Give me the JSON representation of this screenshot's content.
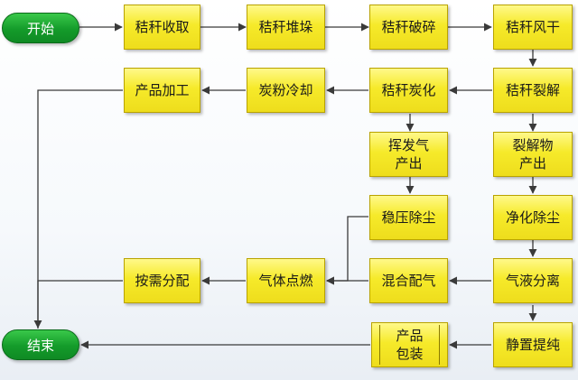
{
  "terminals": {
    "start": "开始",
    "end": "结束"
  },
  "steps": {
    "collect": "秸秆收取",
    "stack": "秸秆堆垛",
    "crush": "秸秆破碎",
    "dry": "秸秆风干",
    "process": "产品加工",
    "cool": "炭粉冷却",
    "carbonize": "秸秆炭化",
    "pyrolyze": "秸秆裂解",
    "volatile": "挥发气\n产出",
    "pyro_product": "裂解物\n产出",
    "dedust": "稳压除尘",
    "purify": "净化除尘",
    "distribute": "按需分配",
    "burn": "气体点燃",
    "mix": "混合配气",
    "separate": "气液分离",
    "package": "产品\n包装",
    "refine": "静置提纯"
  },
  "colors": {
    "step_fill": "#f6ea2a",
    "terminal_fill": "#149b2a",
    "connector": "#3a3a3a"
  }
}
